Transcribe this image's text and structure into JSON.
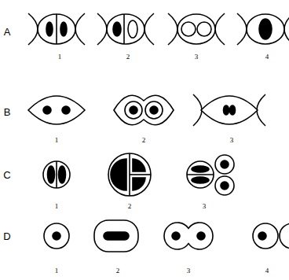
{
  "diagram": {
    "labels": [
      "A",
      "1",
      "2",
      "3",
      "4",
      "B",
      "1",
      "2",
      "3",
      "C",
      "1",
      "2",
      "3",
      "D",
      "1",
      "2",
      "3",
      "4"
    ]
  }
}
